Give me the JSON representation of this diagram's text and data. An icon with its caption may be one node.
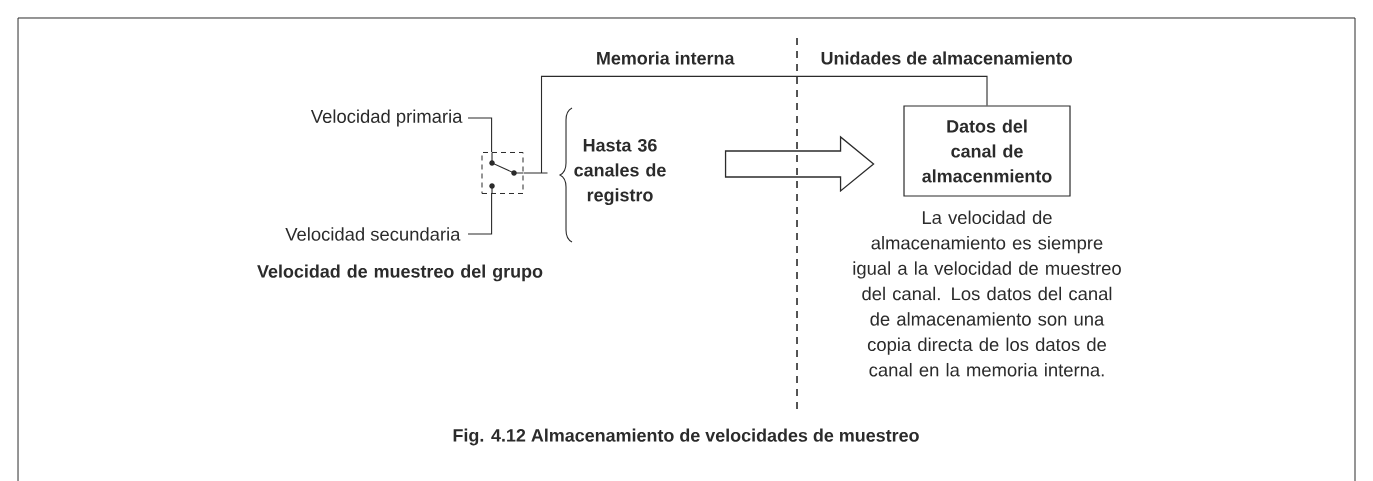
{
  "diagram": {
    "caption": "Fig. 4.12 Almacenamiento de velocidades de muestreo",
    "nodes": [
      {
        "text": [
          "Velocidad primaria"
        ]
      },
      {
        "text": [
          "Velocidad secundaria"
        ]
      },
      {
        "text": [],
        "shape": "box"
      },
      {
        "text": [
          "Hasta 36 canales de registro"
        ]
      },
      {
        "text": [
          "Datos del canal de almacenmiento"
        ],
        "beside": [
          "La velocidad de almacenamiento es siempre igual a la velocidad de muestreo del canal. Los datos del canal de almacenamiento son una copia directa de los datos de canal en la memoria interna."
        ]
      }
    ],
    "edges": [
      {
        "from": 0,
        "to": 2,
        "arrow": "none"
      },
      {
        "from": 1,
        "to": 2,
        "arrow": "none"
      },
      {
        "from": 2,
        "to": 4,
        "arrow": "none"
      },
      {
        "from": 3,
        "to": 4,
        "arrow": "to"
      }
    ],
    "labels": [
      "Memoria interna",
      "Unidades de almacenamiento",
      "Velocidad de muestreo del grupo"
    ]
  }
}
